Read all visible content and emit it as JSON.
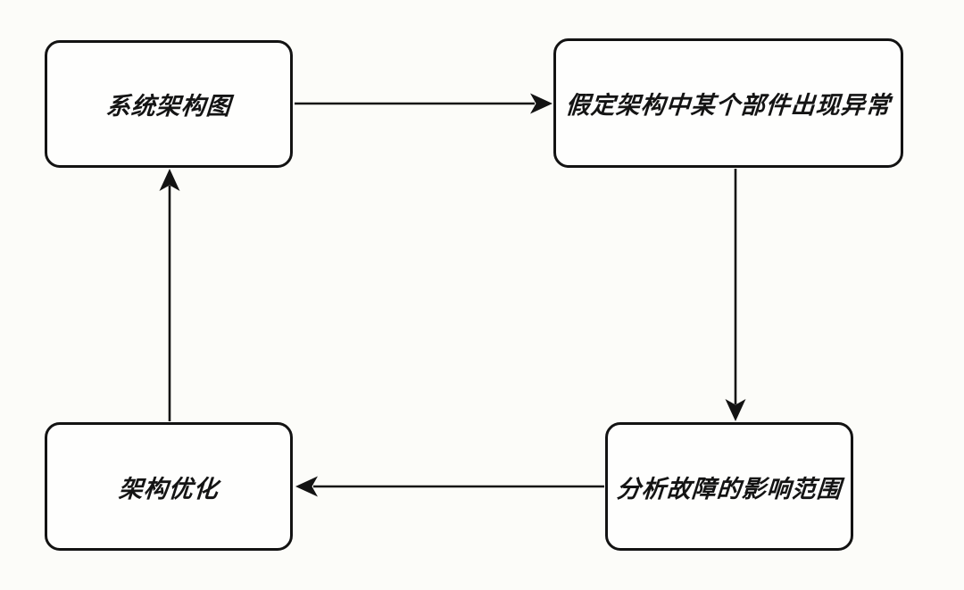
{
  "diagram": {
    "title": "chaos-engineering-architecture-cycle",
    "background_color": "#fcfcf9",
    "stroke_color": "#131313",
    "node_fill_color": "#fefefd",
    "nodes": [
      {
        "id": "system-architecture",
        "label": "系统架构图"
      },
      {
        "id": "assume-fault",
        "label": "假定架构中某个部件出现异常"
      },
      {
        "id": "analyze-impact",
        "label": "分析故障的影响范围"
      },
      {
        "id": "optimize-architecture",
        "label": "架构优化"
      }
    ],
    "edges": [
      {
        "from": "系统架构图",
        "to": "假定架构中某个部件出现异常",
        "direction": "right"
      },
      {
        "from": "假定架构中某个部件出现异常",
        "to": "分析故障的影响范围",
        "direction": "down"
      },
      {
        "from": "分析故障的影响范围",
        "to": "架构优化",
        "direction": "left"
      },
      {
        "from": "架构优化",
        "to": "系统架构图",
        "direction": "up"
      }
    ]
  }
}
